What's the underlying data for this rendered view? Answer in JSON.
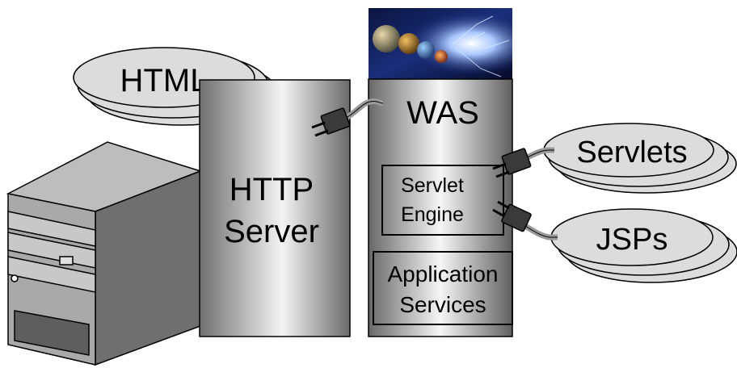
{
  "html_stack": {
    "label": "HTML"
  },
  "http_server": {
    "line1": "HTTP",
    "line2": "Server"
  },
  "was": {
    "title": "WAS",
    "servlet_engine": {
      "line1": "Servlet",
      "line2": "Engine"
    },
    "app_services": {
      "line1": "Application",
      "line2": "Services"
    }
  },
  "servlets_stack": {
    "label": "Servlets"
  },
  "jsps_stack": {
    "label": "JSPs"
  },
  "colors": {
    "panel_dark": "#6e6e6e",
    "panel_light": "#f2f2f2",
    "stroke": "#000000",
    "disk": "#dcdcdc"
  }
}
